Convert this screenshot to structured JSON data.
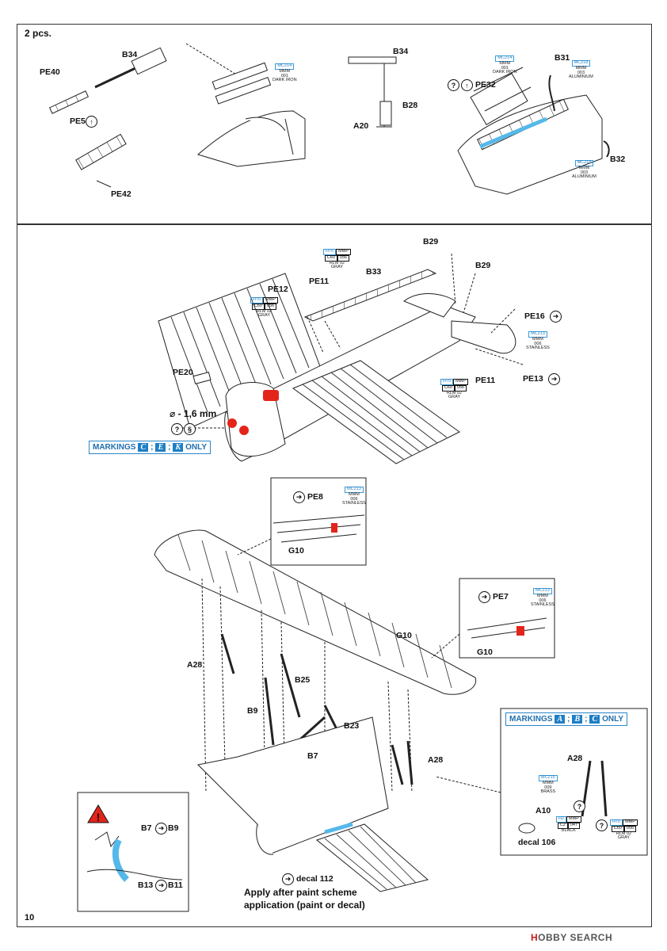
{
  "page_number": "10",
  "top_section": {
    "quantity": "2 pcs.",
    "labels": [
      "B34",
      "PE40",
      "PE5",
      "PE42",
      "B34",
      "B28",
      "A20",
      "B31",
      "PE32",
      "B32"
    ],
    "paint_dark_iron": {
      "code": "MC214",
      "brand": "MMM",
      "num": "001",
      "name": "DARK IRON"
    },
    "paint_aluminium_a": {
      "code": "MC218",
      "brand": "MMM",
      "num": "003",
      "name": "ALUMINIUM"
    },
    "paint_dark_iron_b": {
      "code": "MC214",
      "brand": "MMM",
      "num": "001",
      "name": "DARK IRON"
    },
    "paint_aluminium_b": {
      "code": "MC218",
      "brand": "MMM",
      "num": "003",
      "name": "ALUMINIUM"
    }
  },
  "mid_section": {
    "labels": [
      "B29",
      "B29",
      "B33",
      "PE11",
      "PE12",
      "PE16",
      "PE20",
      "PE11",
      "PE13"
    ],
    "drill": "⌀ - 1,6 mm",
    "markings_label": "MARKINGS",
    "markings_letters": [
      "C",
      "E",
      "K"
    ],
    "markings_suffix": "ONLY",
    "paint_gray_a": {
      "code": "H70",
      "code2": "MMP",
      "line2a": "C60",
      "line2b": "056",
      "name1": "RLM 02",
      "name2": "GRAY"
    },
    "paint_gray_b": {
      "code": "H70",
      "code2": "MMP",
      "line2a": "C60",
      "line2b": "056",
      "name1": "RLM 02",
      "name2": "GRAY"
    },
    "paint_gray_c": {
      "code": "H70",
      "code2": "MMP",
      "line2a": "C60",
      "line2b": "056",
      "name1": "RLM 02",
      "name2": "GRAY"
    },
    "paint_stainless": {
      "code": "MC213",
      "brand": "MMM",
      "num": "006",
      "name": "STAINLESS"
    }
  },
  "lower_section": {
    "labels": [
      "PE8",
      "G10",
      "PE7",
      "G10",
      "G10",
      "A28",
      "B25",
      "B9",
      "B23",
      "B7",
      "A28"
    ],
    "paint_stainless_a": {
      "code": "MC213",
      "brand": "MMM",
      "num": "006",
      "name": "STAINLESS"
    },
    "paint_stainless_b": {
      "code": "MC213",
      "brand": "MMM",
      "num": "006",
      "name": "STAINLESS"
    },
    "markings_label": "MARKINGS",
    "markings_letters": [
      "A",
      "B",
      "C"
    ],
    "markings_suffix": "ONLY",
    "inset_labels": [
      "A28",
      "A10",
      "decal 106"
    ],
    "paint_brass": {
      "code": "MC215",
      "brand": "MMM",
      "num": "009",
      "name": "BRASS"
    },
    "paint_black": {
      "code": "H2",
      "code2": "MMP",
      "line2a": "C2",
      "line2b": "047",
      "name1": "BLACK"
    },
    "paint_gray_d": {
      "code": "H70",
      "code2": "MMP",
      "line2a": "C60",
      "line2b": "056",
      "name1": "RLM 02",
      "name2": "GRAY"
    },
    "warning_labels": [
      "B7",
      "B9",
      "B13",
      "B11"
    ],
    "decal": "decal 112",
    "note_line1": "Apply after paint scheme",
    "note_line2": "application (paint or decal)"
  },
  "watermark": {
    "prefix": "H",
    "rest": "OBBY SEARCH"
  },
  "colors": {
    "accent_blue": "#1f7fc4",
    "red": "#e3241b"
  }
}
